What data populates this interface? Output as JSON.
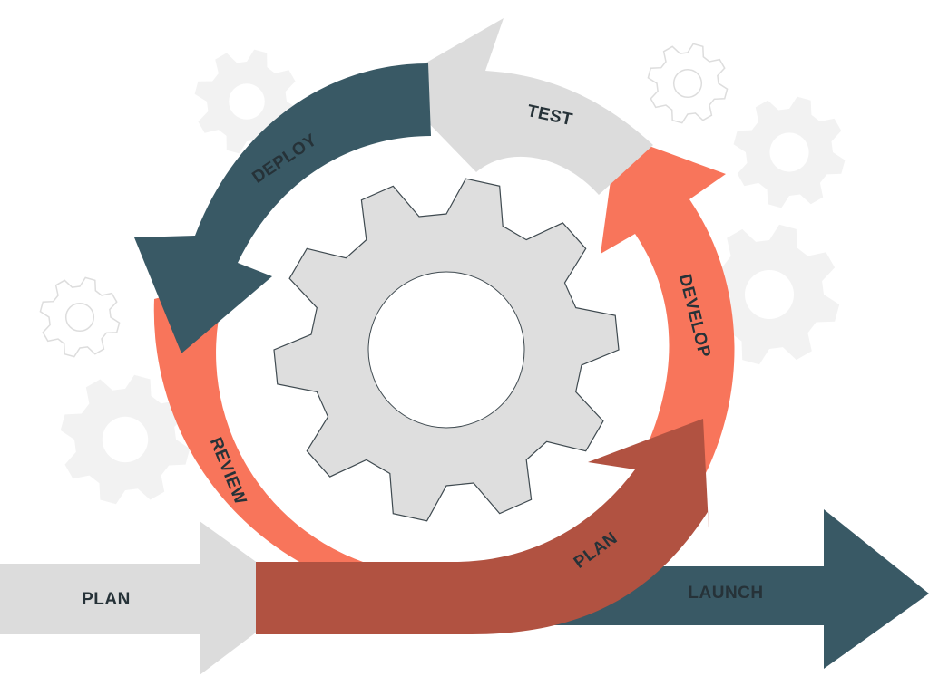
{
  "colors": {
    "background": "#ffffff",
    "gear_light": "#f2f2f2",
    "gear_outline": "#dddddd",
    "gear_main": "#dedede",
    "gear_stroke": "#3f4a50",
    "plan_in": "#dcdcdc",
    "deploy": "#395965",
    "test": "#dcdcdc",
    "develop": "#f8755b",
    "review": "#f8755b",
    "plan_arc": "#b15241",
    "launch": "#395965",
    "text_dark": "#263238",
    "text_light": "#263238"
  },
  "labels": {
    "plan_input": "PLAN",
    "deploy": "DEPLOY",
    "test": "TEST",
    "develop": "DEVELOP",
    "review": "REVIEW",
    "plan_cycle": "PLAN",
    "launch": "LAUNCH"
  }
}
